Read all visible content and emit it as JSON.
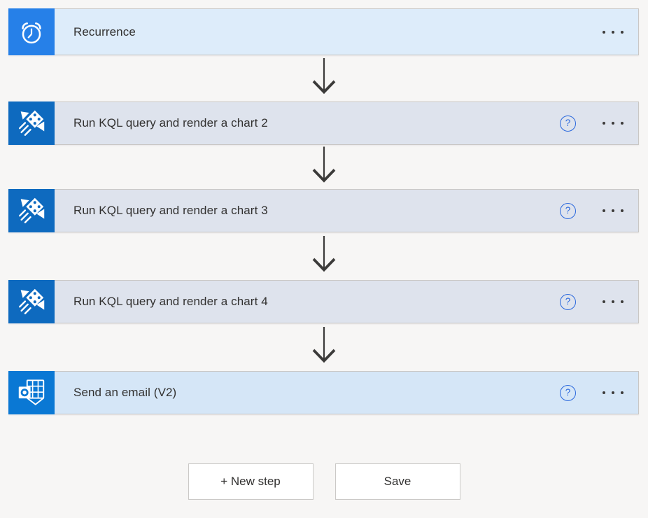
{
  "workflow": {
    "steps": [
      {
        "title": "Recurrence",
        "icon": "recurrence-clock-icon",
        "kind": "trigger",
        "has_help": false
      },
      {
        "title": "Run KQL query and render a chart 2",
        "icon": "kusto-query-icon",
        "kind": "action",
        "has_help": true
      },
      {
        "title": "Run KQL query and render a chart 3",
        "icon": "kusto-query-icon",
        "kind": "action",
        "has_help": true
      },
      {
        "title": "Run KQL query and render a chart 4",
        "icon": "kusto-query-icon",
        "kind": "action",
        "has_help": true
      },
      {
        "title": "Send an email (V2)",
        "icon": "outlook-icon",
        "kind": "email",
        "has_help": true
      }
    ],
    "help_glyph": "?",
    "menu_icon": "ellipsis-menu-icon",
    "connector_icon": "arrow-down-icon"
  },
  "footer": {
    "new_step_label": "+ New step",
    "save_label": "Save"
  },
  "colors": {
    "page_bg": "#f7f6f5",
    "card_trigger_bg": "#ddecfa",
    "card_action_bg": "#dee3ed",
    "card_email_bg": "#d5e6f7",
    "card_border": "#c9c7c5",
    "tile_recurrence": "#2680e8",
    "tile_kusto": "#0e6abf",
    "tile_outlook": "#0a78d4",
    "help_blue": "#2a68dd",
    "ink": "#323130",
    "arrow": "#3b3a39",
    "button_bg": "#ffffff",
    "button_border": "#cbc9c7"
  }
}
